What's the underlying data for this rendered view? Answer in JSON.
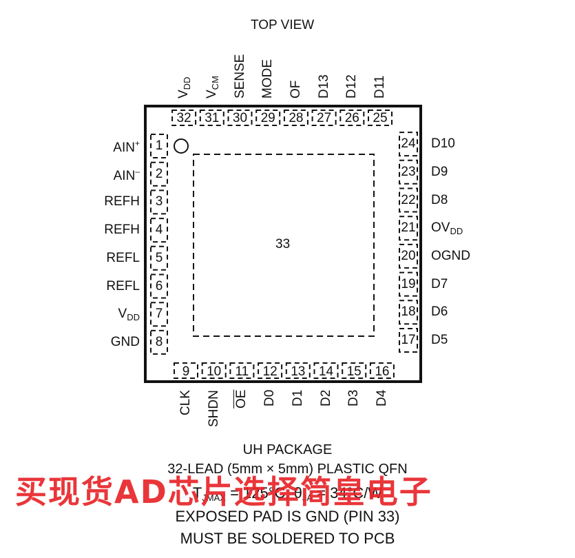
{
  "title": "TOP VIEW",
  "center_pin": "33",
  "pins_left": [
    {
      "num": "1",
      "name": "AIN",
      "sup": "+"
    },
    {
      "num": "2",
      "name": "AIN",
      "sup": "–"
    },
    {
      "num": "3",
      "name": "REFH"
    },
    {
      "num": "4",
      "name": "REFH"
    },
    {
      "num": "5",
      "name": "REFL"
    },
    {
      "num": "6",
      "name": "REFL"
    },
    {
      "num": "7",
      "name": "V",
      "sub": "DD"
    },
    {
      "num": "8",
      "name": "GND"
    }
  ],
  "pins_bottom": [
    {
      "num": "9",
      "name": "CLK"
    },
    {
      "num": "10",
      "name": "SHDN"
    },
    {
      "num": "11",
      "name": "OE",
      "overline": true
    },
    {
      "num": "12",
      "name": "D0"
    },
    {
      "num": "13",
      "name": "D1"
    },
    {
      "num": "14",
      "name": "D2"
    },
    {
      "num": "15",
      "name": "D3"
    },
    {
      "num": "16",
      "name": "D4"
    }
  ],
  "pins_right": [
    {
      "num": "17",
      "name": "D5"
    },
    {
      "num": "18",
      "name": "D6"
    },
    {
      "num": "19",
      "name": "D7"
    },
    {
      "num": "20",
      "name": "OGND"
    },
    {
      "num": "21",
      "name": "OV",
      "sub": "DD"
    },
    {
      "num": "22",
      "name": "D8"
    },
    {
      "num": "23",
      "name": "D9"
    },
    {
      "num": "24",
      "name": "D10"
    }
  ],
  "pins_top": [
    {
      "num": "25",
      "name": "D11"
    },
    {
      "num": "26",
      "name": "D12"
    },
    {
      "num": "27",
      "name": "D13"
    },
    {
      "num": "28",
      "name": "OF"
    },
    {
      "num": "29",
      "name": "MODE"
    },
    {
      "num": "30",
      "name": "SENSE"
    },
    {
      "num": "31",
      "name": "V",
      "sub": "CM"
    },
    {
      "num": "32",
      "name": "V",
      "sub": "DD"
    }
  ],
  "package": {
    "line1": "UH PACKAGE",
    "line2": "32-LEAD (5mm × 5mm) PLASTIC QFN",
    "line3_prefix": "T",
    "line3_sub1": "JMAX",
    "line3_mid": " = 125°C, θ",
    "line3_sub2": "JA",
    "line3_suffix": " = 34°C/W",
    "line4": "EXPOSED PAD IS GND (PIN 33)",
    "line5": "MUST BE SOLDERED TO PCB"
  },
  "watermark": "买现货AD芯片选择简皇电子",
  "colors": {
    "line": "#111111",
    "watermark": "#e8262a"
  }
}
